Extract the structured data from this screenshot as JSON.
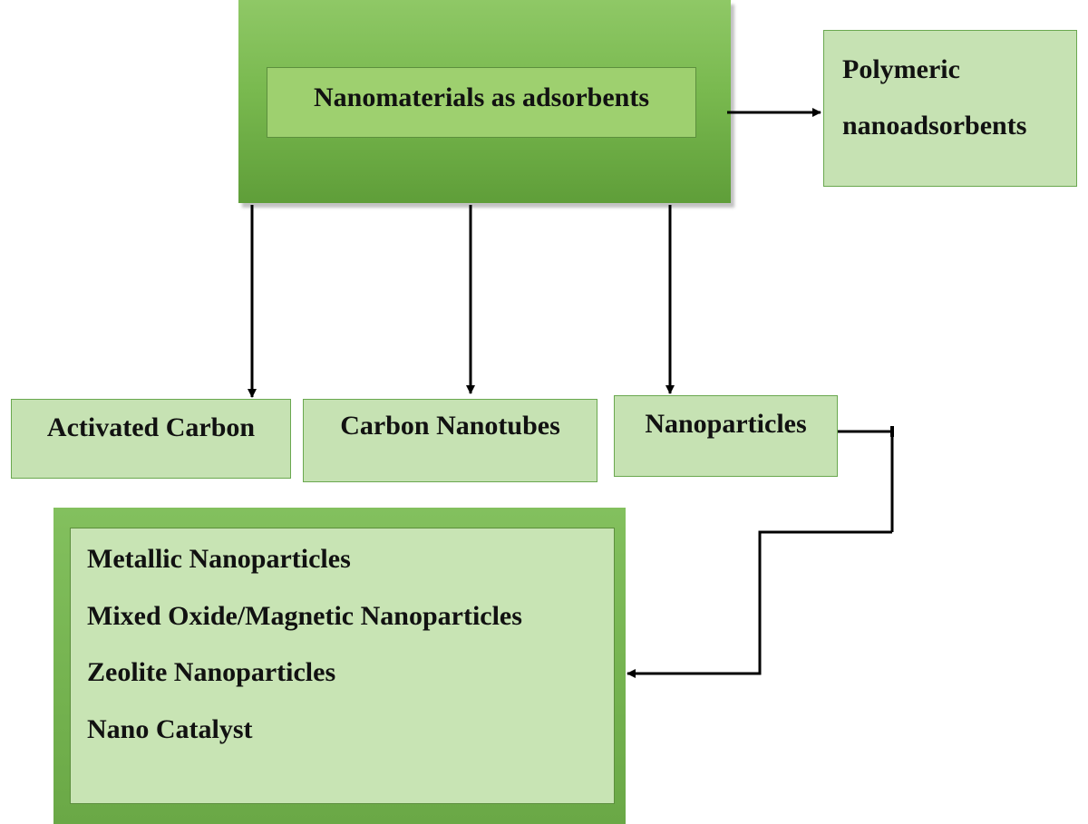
{
  "root": {
    "label": "Nanomaterials as adsorbents"
  },
  "polymeric": {
    "line1": "Polymeric",
    "line2": "nanoadsorbents"
  },
  "children": [
    {
      "label": "Activated Carbon"
    },
    {
      "label": "Carbon Nanotubes"
    },
    {
      "label": "Nanoparticles"
    }
  ],
  "nanoparticle_types": [
    "Metallic Nanoparticles",
    "Mixed Oxide/Magnetic Nanoparticles",
    "Zeolite Nanoparticles",
    "Nano Catalyst"
  ]
}
